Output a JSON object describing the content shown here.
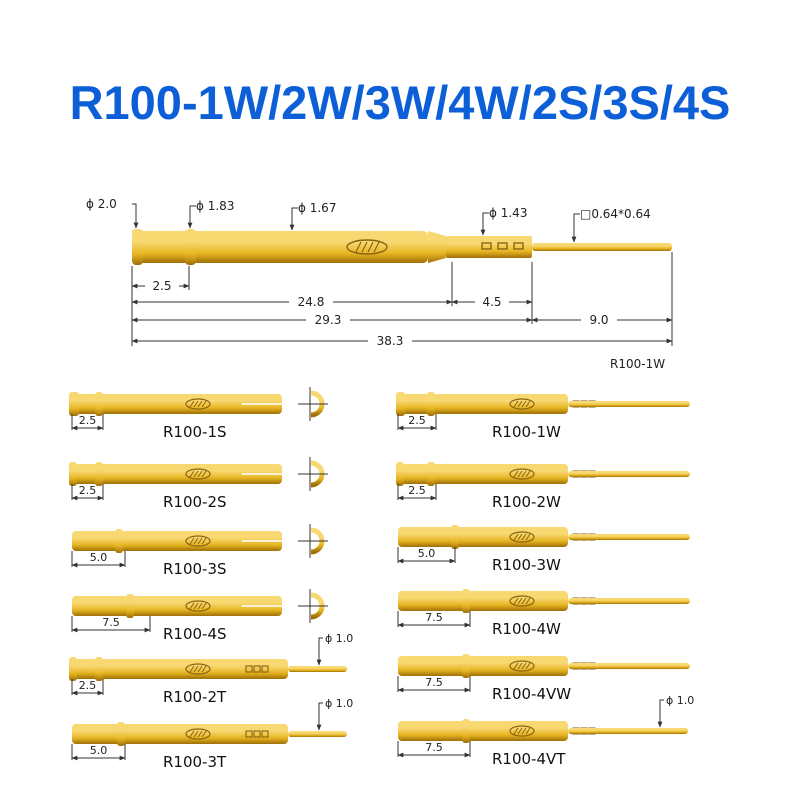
{
  "title": "R100-1W/2W/3W/4W/2S/3S/4S",
  "colors": {
    "title": "#0d5fd8",
    "gold_light": "#f7d871",
    "gold_mid": "#e6b521",
    "gold_dark": "#9e6f08",
    "dim_line": "#333333"
  },
  "main_drawing": {
    "caption": "R100-1W",
    "diameters": [
      "ϕ 2.0",
      "ϕ 1.83",
      "ϕ 1.67",
      "ϕ 1.43"
    ],
    "square": "□0.64*0.64",
    "dimensions": [
      "2.5",
      "24.8",
      "4.5",
      "29.3",
      "9.0",
      "38.3"
    ]
  },
  "left_column": [
    {
      "label": "R100-1S",
      "dim": "2.5"
    },
    {
      "label": "R100-2S",
      "dim": "2.5"
    },
    {
      "label": "R100-3S",
      "dim": "5.0"
    },
    {
      "label": "R100-4S",
      "dim": "7.5"
    },
    {
      "label": "R100-2T",
      "dim": "2.5",
      "callout": "ϕ 1.0"
    },
    {
      "label": "R100-3T",
      "dim": "5.0",
      "callout": "ϕ 1.0"
    }
  ],
  "right_column": [
    {
      "label": "R100-1W",
      "dim": "2.5"
    },
    {
      "label": "R100-2W",
      "dim": "2.5"
    },
    {
      "label": "R100-3W",
      "dim": "5.0"
    },
    {
      "label": "R100-4W",
      "dim": "7.5"
    },
    {
      "label": "R100-4VW",
      "dim": "7.5"
    },
    {
      "label": "R100-4VT",
      "dim": "7.5",
      "callout": "ϕ 1.0"
    }
  ]
}
